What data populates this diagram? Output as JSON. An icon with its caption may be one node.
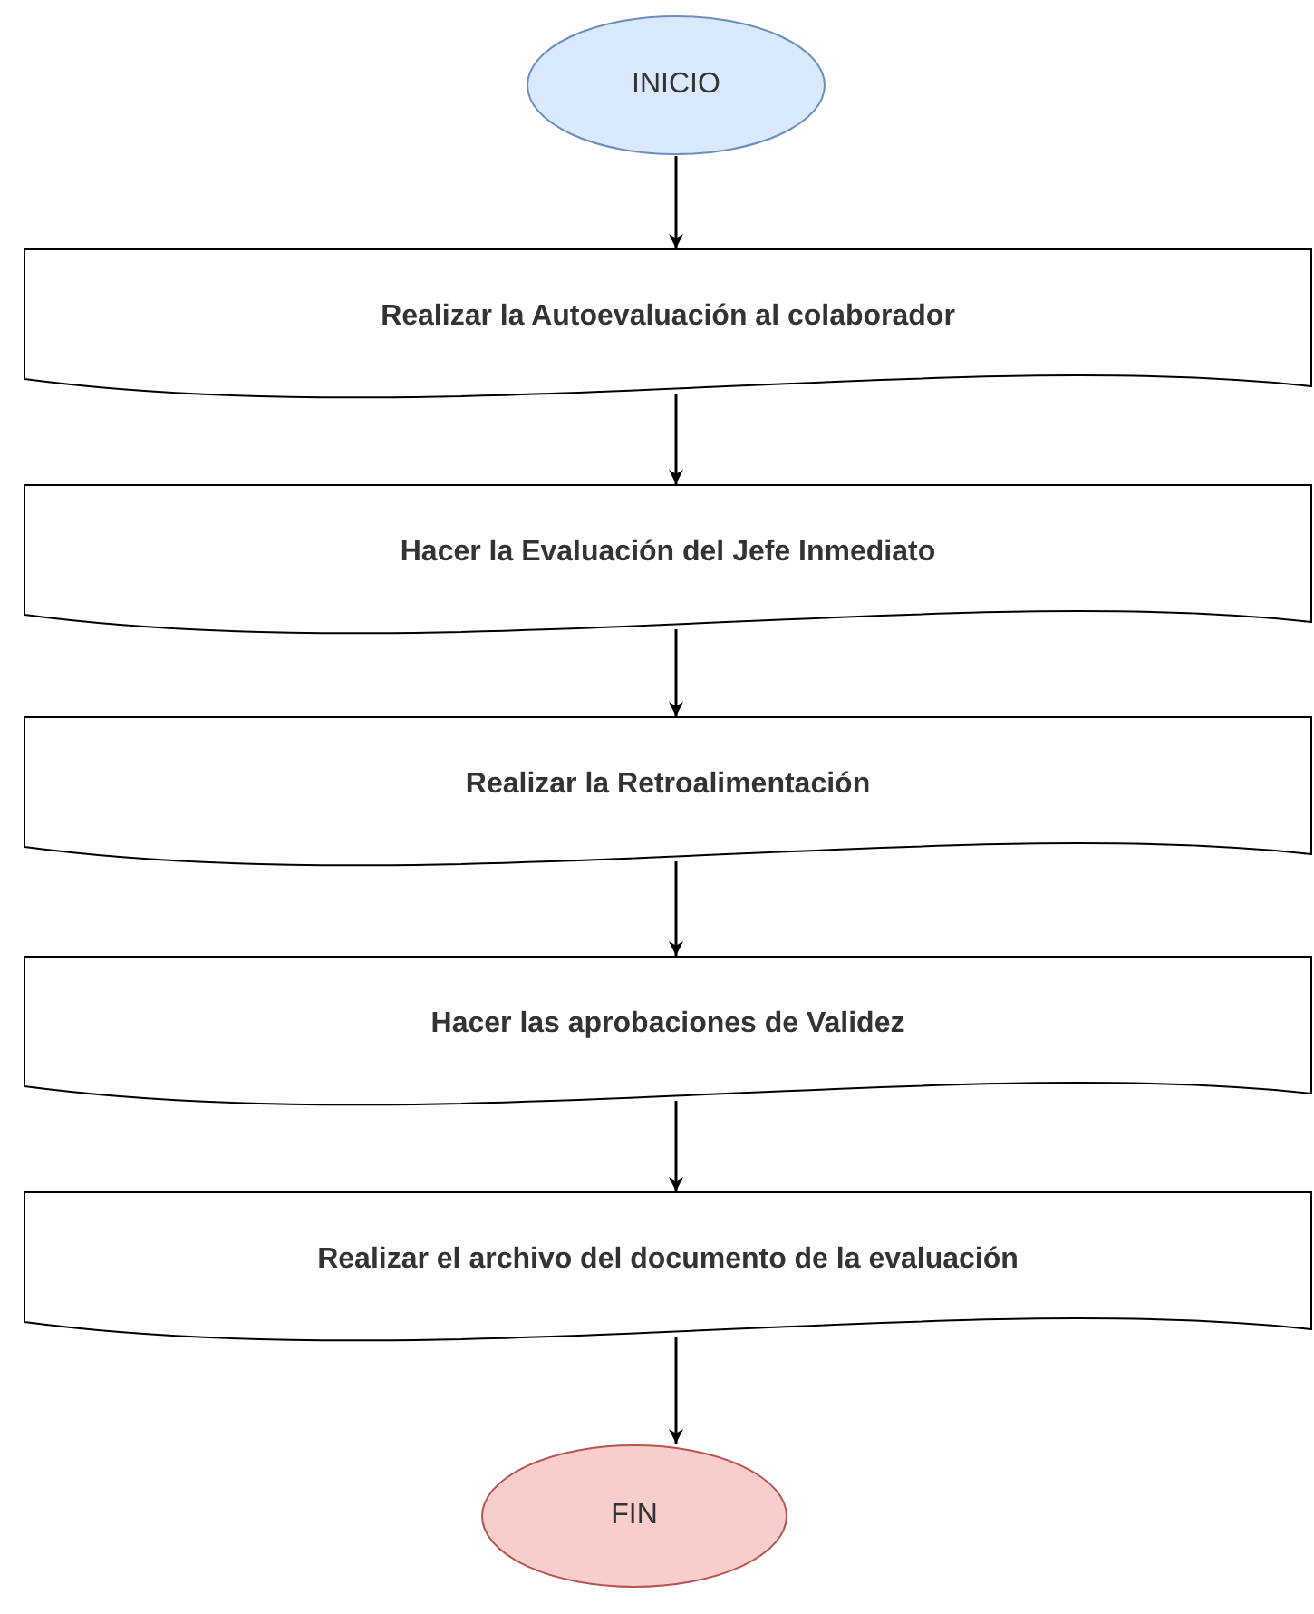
{
  "diagram": {
    "nodes": [
      {
        "text": [
          "INICIO"
        ]
      },
      {
        "text": [
          "Realizar la Autoevaluación al colaborador"
        ]
      },
      {
        "text": [
          "Hacer la Evaluación del Jefe Inmediato"
        ]
      },
      {
        "text": [
          "Realizar la Retroalimentación"
        ]
      },
      {
        "text": [
          "Hacer las aprobaciones de Validez"
        ]
      },
      {
        "text": [
          "Realizar el archivo del documento de la evaluación"
        ]
      },
      {
        "text": [
          "FIN"
        ]
      }
    ],
    "edges": [
      {
        "from": 0,
        "to": 1,
        "arrow": "to"
      },
      {
        "from": 1,
        "to": 2,
        "arrow": "to"
      },
      {
        "from": 2,
        "to": 3,
        "arrow": "to"
      },
      {
        "from": 3,
        "to": 4,
        "arrow": "to"
      },
      {
        "from": 4,
        "to": 5,
        "arrow": "to"
      },
      {
        "from": 5,
        "to": 6,
        "arrow": "to"
      }
    ]
  }
}
